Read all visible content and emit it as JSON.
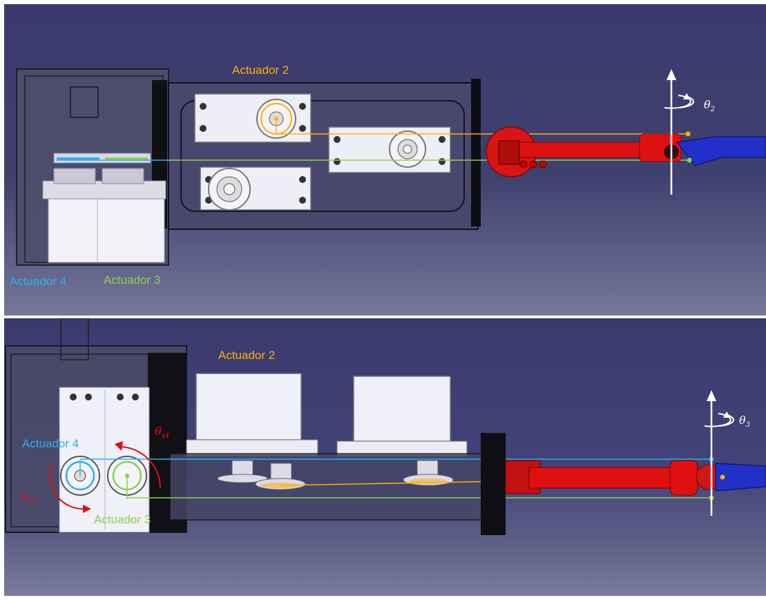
{
  "top_view": {
    "actuator2_label": "Actuador 2",
    "actuator3_label": "Actuador 3",
    "actuator4_label": "Actuador 4",
    "angle_symbol": "θ",
    "angle_subscript": "2"
  },
  "side_view": {
    "actuator2_label": "Actuador 2",
    "actuator3_label": "Actuador 3",
    "actuator4_label": "Actuador 4",
    "angle_symbol": "θ",
    "angle_subscript": "3",
    "s3_subscript": "s3",
    "s4_subscript": "s4"
  },
  "colors": {
    "actuator2": "#ffb000",
    "actuator3": "#8ed04a",
    "actuator4": "#2cb0ee",
    "link_red": "#e01010",
    "link_blue": "#2030c8",
    "background": "#3a3a6e"
  }
}
